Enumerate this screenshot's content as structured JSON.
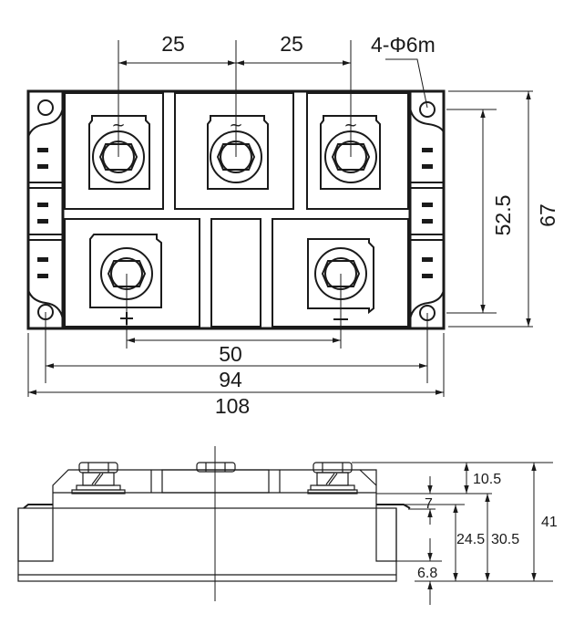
{
  "title": "Bridge rectifier module outline drawing",
  "top_view": {
    "dimensions": {
      "terminal_pitch_left": "25",
      "terminal_pitch_right": "25",
      "mounting_hole_note": "4-Φ6m",
      "hole_vertical_spacing": "52.5",
      "overall_height": "67",
      "dc_terminal_spacing": "50",
      "hole_horizontal_spacing": "94",
      "overall_width": "108"
    },
    "terminal_symbols": {
      "ac": "~",
      "dc_plus": "+",
      "dc_minus": "−"
    }
  },
  "side_view": {
    "dimensions": {
      "nut_height": "10.5",
      "step": "7",
      "body_height": "24.5",
      "housing_height": "30.5",
      "overall_height": "41",
      "base_thickness": "6.8"
    }
  },
  "colors": {
    "line": "#1a1a1a",
    "background": "#ffffff"
  }
}
